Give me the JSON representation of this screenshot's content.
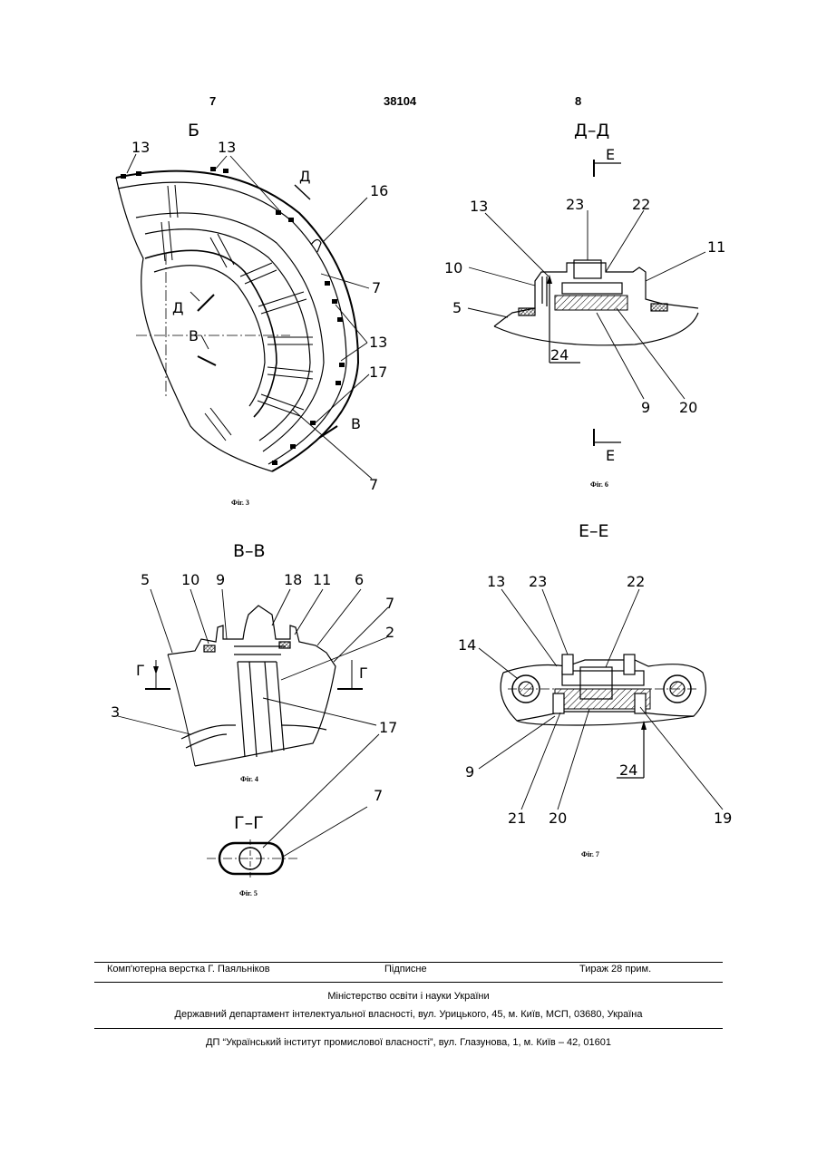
{
  "header": {
    "page_left": "7",
    "patent_no": "38104",
    "page_right": "8"
  },
  "fig3": {
    "caption": "Фіг. 3",
    "view_label": "Б",
    "labels": [
      "13",
      "13",
      "Д",
      "16",
      "7",
      "Д",
      "В",
      "13",
      "17",
      "В",
      "7"
    ]
  },
  "fig6": {
    "caption": "Фіг. 6",
    "section_title": "Д–Д",
    "arrow_label_top": "Е",
    "arrow_label_bottom": "Е",
    "labels": [
      "13",
      "23",
      "22",
      "11",
      "10",
      "5",
      "24",
      "9",
      "20"
    ]
  },
  "fig4": {
    "caption": "Фіг. 4",
    "section_title": "В–В",
    "labels": [
      "5",
      "10",
      "9",
      "18",
      "11",
      "6",
      "7",
      "2",
      "Г",
      "Г",
      "3",
      "17"
    ]
  },
  "fig5": {
    "caption": "Фіг. 5",
    "section_title": "Г–Г",
    "labels": [
      "7"
    ]
  },
  "fig7": {
    "caption": "Фіг. 7",
    "section_title": "Е–Е",
    "labels": [
      "13",
      "23",
      "22",
      "14",
      "9",
      "24",
      "21",
      "20",
      "19"
    ]
  },
  "footer": {
    "typesetter": "Комп'ютерна верстка Г. Паяльніков",
    "signed": "Підписне",
    "circulation": "Тираж 28 прим.",
    "ministry": "Міністерство освіти і науки України",
    "department": "Державний департамент інтелектуальної власності, вул. Урицького, 45, м. Київ, МСП, 03680, Україна",
    "institute": "ДП “Український інститут промислової власності”, вул. Глазунова, 1, м. Київ – 42, 01601"
  }
}
